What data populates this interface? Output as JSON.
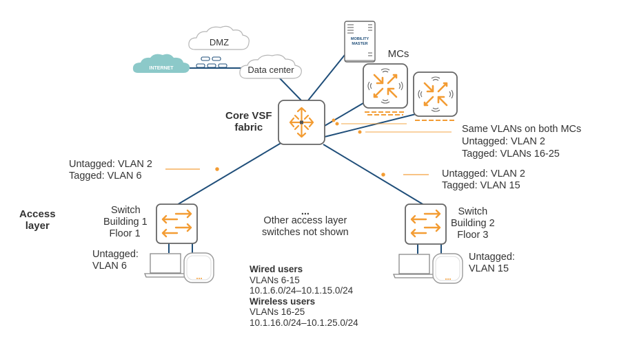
{
  "diagram": {
    "title": "Campus network with Core VSF fabric and Mobility Controllers",
    "colors": {
      "link": "#1f4e79",
      "accent": "#f39c33",
      "device_border": "#666666",
      "internet_cloud": "#8cc9c9",
      "text": "#333333"
    },
    "clouds": {
      "internet": "INTERNET",
      "dmz": "DMZ",
      "data_center": "Data center"
    },
    "mobility_master": {
      "line1": "MOBILITY",
      "line2": "MASTER"
    },
    "mcs_label": "MCs",
    "core": {
      "line1": "Core VSF",
      "line2": "fabric"
    },
    "mc_uplink": {
      "line1": "Same VLANs on both MCs",
      "line2": "Untagged: VLAN 2",
      "line3": "Tagged: VLANs 16-25"
    },
    "link_left": {
      "line1": "Untagged: VLAN 2",
      "line2": "Tagged: VLAN 6"
    },
    "link_right": {
      "line1": "Untagged: VLAN 2",
      "line2": "Tagged: VLAN 15"
    },
    "access_layer": {
      "line1": "Access",
      "line2": "layer"
    },
    "switch1": {
      "line1": "Switch",
      "line2": "Building 1",
      "line3": "Floor 1",
      "untagged1": "Untagged:",
      "untagged2": "VLAN 6"
    },
    "switch2": {
      "line1": "Switch",
      "line2": "Building 2",
      "line3": "Floor 3",
      "untagged1": "Untagged:",
      "untagged2": "VLAN 15"
    },
    "other": {
      "dots": "...",
      "line1": "Other access layer",
      "line2": "switches not shown"
    },
    "users": {
      "wired_title": "Wired users",
      "wired_vlans": "VLANs 6-15",
      "wired_subnets": "10.1.6.0/24–10.1.15.0/24",
      "wireless_title": "Wireless users",
      "wireless_vlans": "VLANs 16-25",
      "wireless_subnets": "10.1.16.0/24–10.1.25.0/24"
    }
  }
}
